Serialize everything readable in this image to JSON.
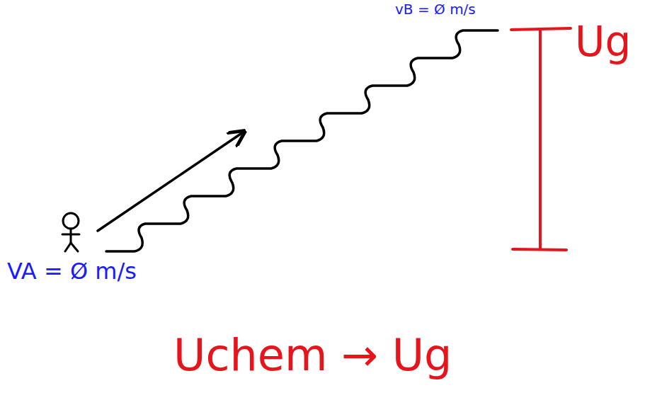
{
  "diagram": {
    "labels": [
      "vB = Ø m/s",
      "Ug",
      "VA = Ø m/s",
      "Uchem → Ug"
    ]
  }
}
